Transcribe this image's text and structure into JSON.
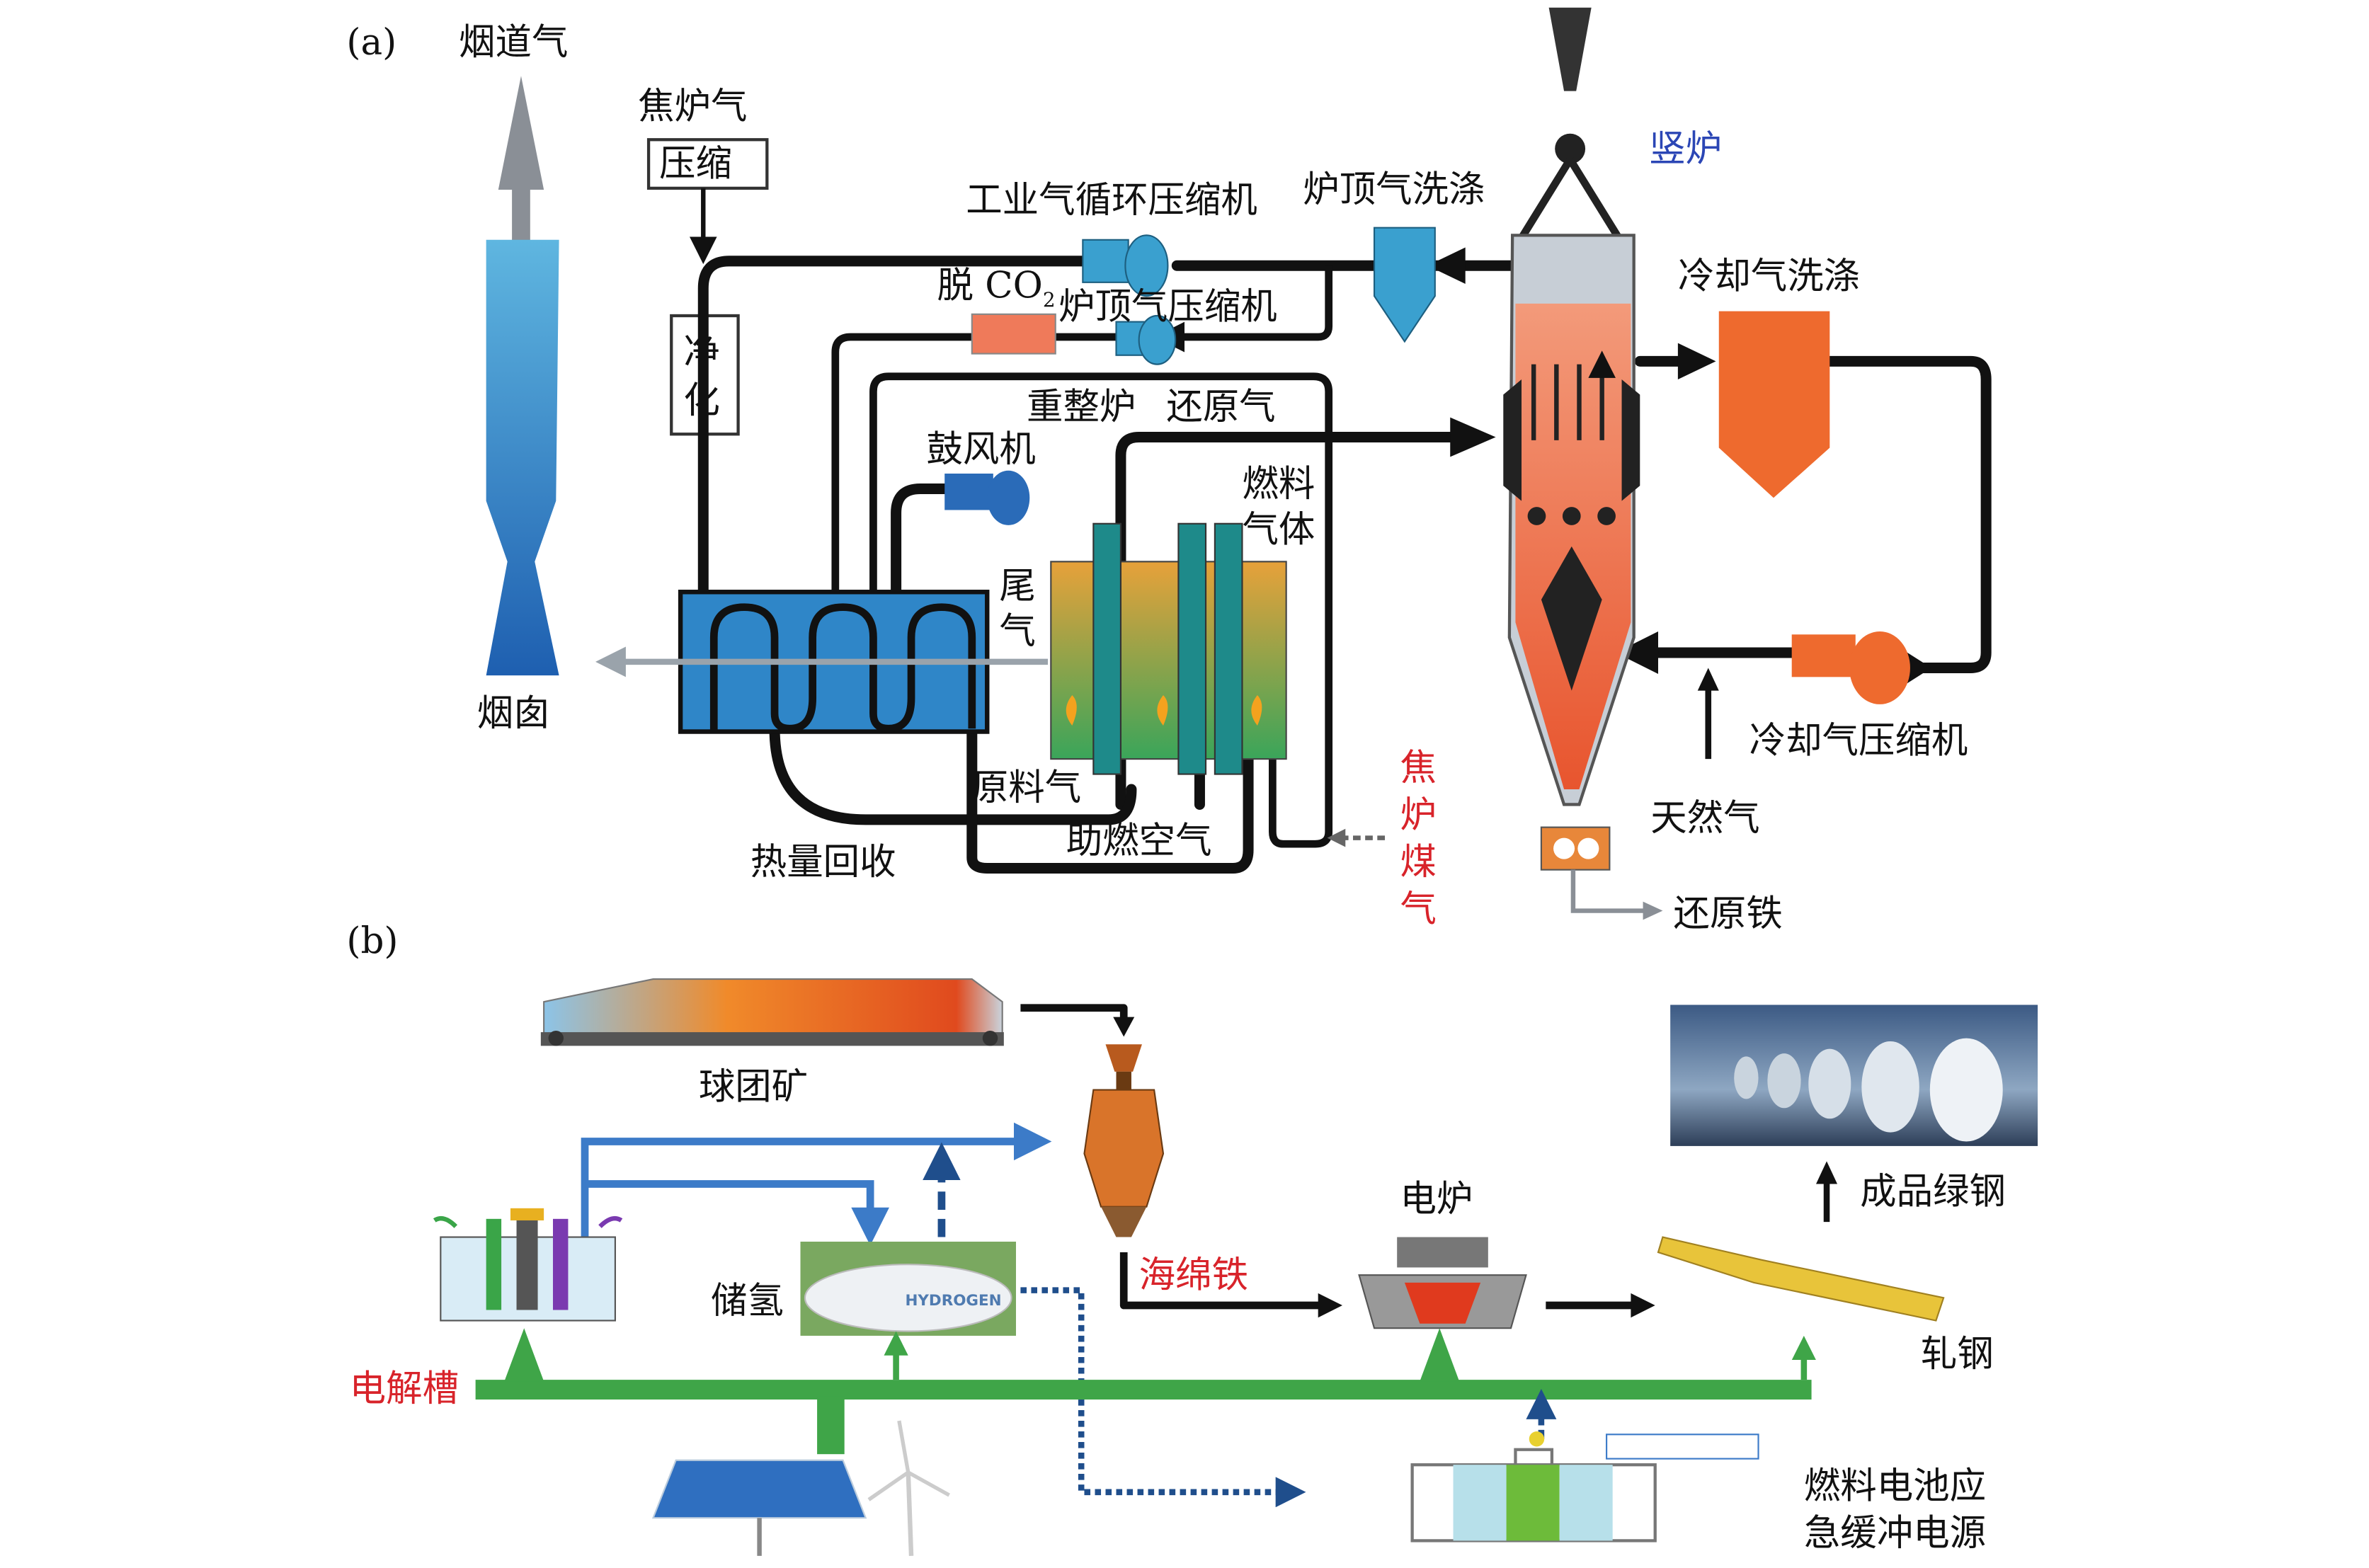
{
  "panel_a": {
    "tag": "(a)",
    "labels": {
      "flue_gas": "烟道气",
      "coke_oven_gas": "焦炉气",
      "compress": "压缩",
      "purify": "净化",
      "industrial_gas_compressor": "工业气循环压缩机",
      "top_gas_scrubber": "炉顶气洗涤",
      "shaft_furnace": "竖炉",
      "co2_removal": "脱 CO",
      "co2_sub": "2",
      "top_gas_compressor": "炉顶气压缩机",
      "cooling_gas_scrubber": "冷却气洗涤",
      "reformer": "重整炉",
      "reducing_gas": "还原气",
      "blower": "鼓风机",
      "fuel_gas_1": "燃料",
      "fuel_gas_2": "气体",
      "tail_gas_1": "尾",
      "tail_gas_2": "气",
      "chimney": "烟囱",
      "feed_gas": "原料气",
      "heat_recovery": "热量回收",
      "combustion_air": "助燃空气",
      "coke_oven_coal_gas": [
        "焦",
        "炉",
        "煤",
        "气"
      ],
      "cooling_gas_compressor": "冷却气压缩机",
      "natural_gas": "天然气",
      "reduced_iron": "还原铁"
    }
  },
  "panel_b": {
    "tag": "(b)",
    "labels": {
      "pellet_ore": "球团矿",
      "hydrogen_storage": "储氢",
      "hydrogen_tank_text": "HYDROGEN",
      "electrolyzer": "电解槽",
      "sponge_iron": "海绵铁",
      "electric_furnace": "电炉",
      "green_steel": "成品绿钢",
      "rolling": "轧钢",
      "fuel_cell_1": "燃料电池应",
      "fuel_cell_2": "急缓冲电源"
    }
  },
  "colors": {
    "pipe": "#111111",
    "power_line": "#3fa548",
    "hydrogen_line": "#3c7bc8",
    "dashed_line": "#1f4e8c",
    "furnace_orange": "#ee7a4a",
    "equipment_blue": "#3aa0cf",
    "label_red": "#d8232a",
    "label_blue": "#2b46b5"
  }
}
